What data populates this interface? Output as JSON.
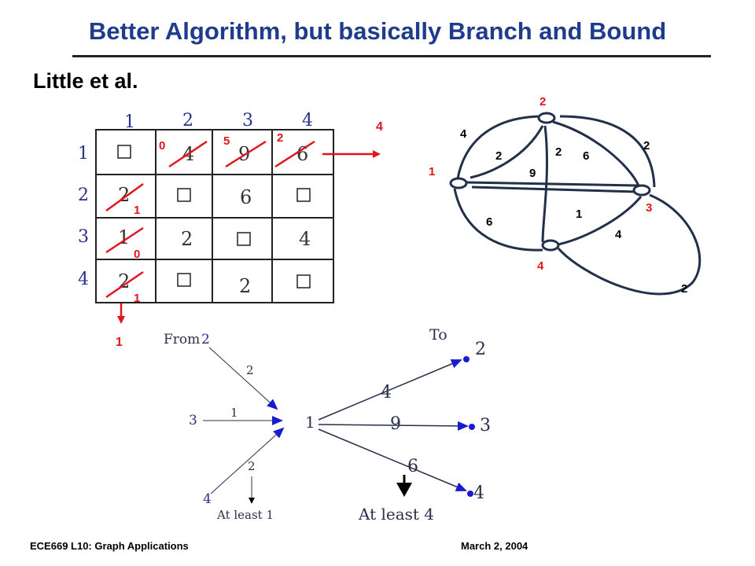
{
  "slide": {
    "title": "Better Algorithm, but basically Branch and Bound",
    "subtitle": "Little et al.",
    "footer_left": "ECE669  L10: Graph Applications",
    "footer_right": "March 2, 2004"
  },
  "matrix": {
    "col_headers": [
      "1",
      "2",
      "3",
      "4"
    ],
    "row_headers": [
      "1",
      "2",
      "3",
      "4"
    ],
    "cells": [
      [
        "□",
        "4",
        "9",
        "6"
      ],
      [
        "2",
        "□",
        "6",
        "□"
      ],
      [
        "1",
        "2",
        "□",
        "4"
      ],
      [
        "2",
        "□",
        "2",
        "□"
      ]
    ],
    "row1_reduced": [
      "0",
      "5",
      "2"
    ],
    "col1_reduced": [
      "1",
      "0",
      "1"
    ],
    "row_min": "4",
    "col_min": "1"
  },
  "graph": {
    "nodes": [
      "1",
      "2",
      "3",
      "4"
    ],
    "edge_labels": {
      "e12_outer": "4",
      "e12_inner": "2",
      "e24": "2",
      "e23_inner": "6",
      "e23_outer": "2",
      "e13": "9",
      "e31": "1",
      "e14": "6",
      "e34_inner": "4",
      "e34_outer": "2"
    }
  },
  "tree": {
    "from_label": "From",
    "to_label": "To",
    "center_node": "1",
    "in_nodes": [
      "2",
      "3",
      "4"
    ],
    "in_weights": [
      "2",
      "1",
      "2"
    ],
    "out_nodes": [
      "2",
      "3",
      "4"
    ],
    "out_weights": [
      "4",
      "9",
      "6"
    ],
    "at_least_in": "At least 1",
    "at_least_out": "At least 4"
  },
  "colors": {
    "title": "#1f3b8c",
    "annotation": "#e0161e",
    "arrow": "#1a1ad0",
    "handwriting": "#2a2f4a",
    "graph": "#22304a"
  }
}
